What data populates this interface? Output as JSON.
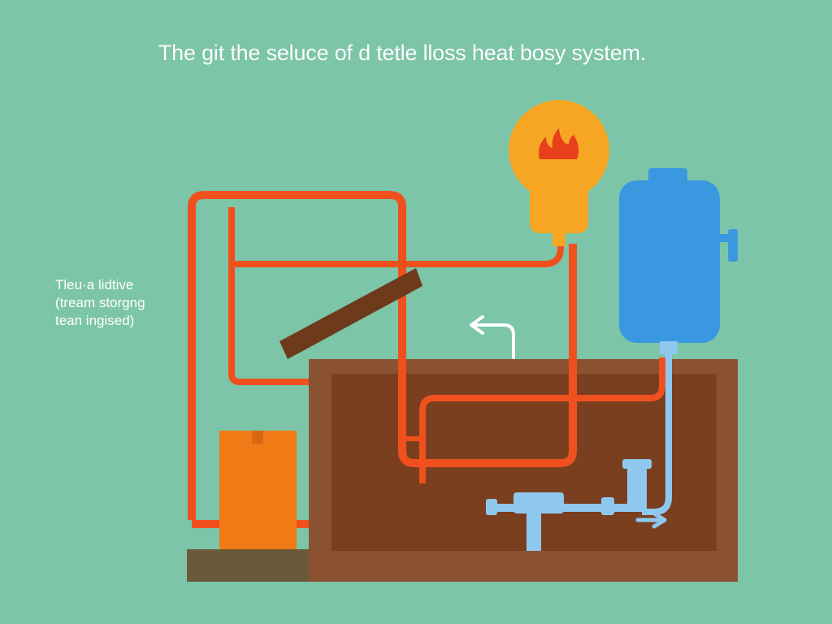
{
  "title": "The git the seluce of d tetle lloss heat bosy system.",
  "side_note": {
    "line1": "Tleu·a lidtive",
    "line2": "(tream storgng",
    "line3": "tean ingised)"
  },
  "colors": {
    "background": "#7cc5a8",
    "hot_pipe": "#f0501e",
    "bulb": "#f6a623",
    "flame": "#e8401c",
    "tank": "#3a98e0",
    "ground": "#8a5230",
    "ground_inner": "#7a3f1f",
    "heater": "#f07a16",
    "base": "#6b5a3a",
    "cold_pipe": "#8fc8ef",
    "arrow": "#ffffff"
  },
  "icons": {
    "flame": "flame-icon",
    "return_arrow": "return-arrow-icon",
    "flow_arrow": "flow-arrow-icon"
  }
}
